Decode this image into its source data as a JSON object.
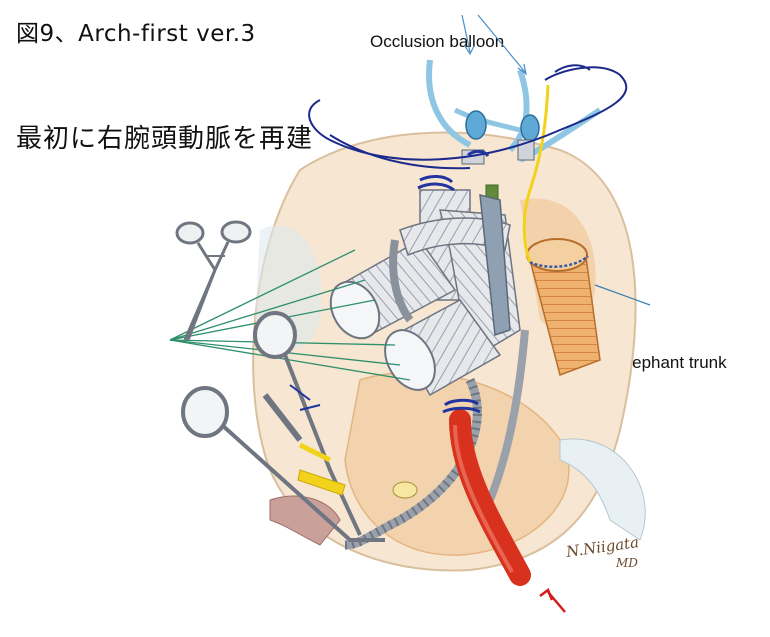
{
  "figure": {
    "title": "図9、Arch-first ver.3",
    "subtitle": "最初に右腕頭動脈を再建"
  },
  "labels": {
    "occlusion_balloon": "Occlusion balloon",
    "elephant_trunk": "Elephant trunk"
  },
  "signature": {
    "name": "N.Niigata",
    "suffix": "MD"
  },
  "colors": {
    "graft": "#e4e6ea",
    "graft_stroke": "#6e7480",
    "cannula_red": "#d8321f",
    "suture_green": "#2f8f6c",
    "balloon_blue": "#8fc6e4",
    "snare_navy": "#1c2a8c",
    "wire_yellow": "#f2d21a",
    "trunk_orange": "#e8a25a",
    "instrument": "#8c939d",
    "tissue": "#f2d7b6"
  },
  "icons": [
    "hemostat-clamp-icon",
    "forceps-clamp-icon",
    "arrow-in-icon"
  ]
}
